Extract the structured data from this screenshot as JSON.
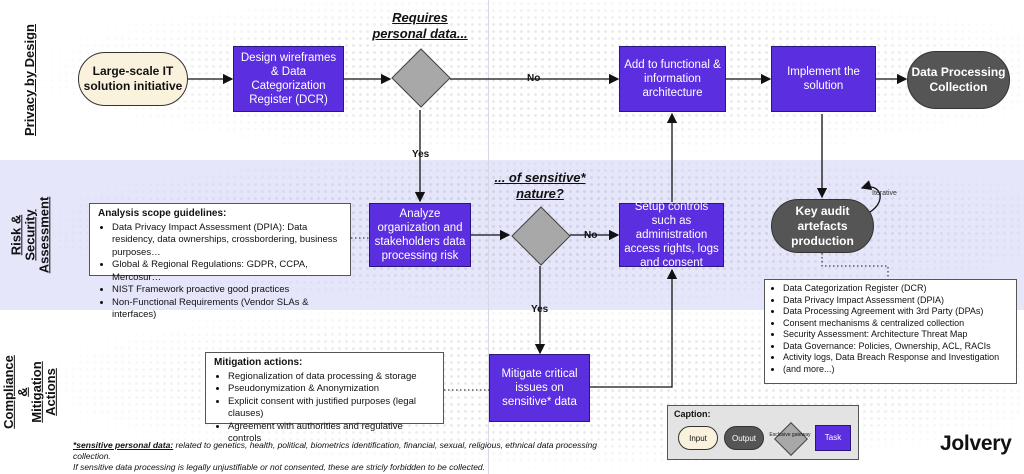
{
  "lanes": {
    "privacy": "Privacy by Design",
    "risk": "Risk & Security Assessment",
    "compliance": "Compliance & Mitigation Actions"
  },
  "nodes": {
    "start": "Large-scale IT solution initiative",
    "design": "Design wireframes & Data Categorization Register (DCR)",
    "add_functional": "Add to functional & information architecture",
    "implement": "Implement the solution",
    "dp_collection": "Data Processing Collection",
    "analyze": "Analyze organization and stakeholders data processing risk",
    "setup_controls": "Setup controls such as administration access rights, logs and consent",
    "key_audit": "Key audit artefacts production",
    "mitigate": "Mitigate critical issues on sensitive* data"
  },
  "questions": {
    "q1": "Requires personal data...",
    "q2": "... of sensitive* nature?"
  },
  "edge_labels": {
    "no1": "No",
    "yes1": "Yes",
    "no2": "No",
    "yes2": "Yes",
    "iterative": "Iterative"
  },
  "analysis": {
    "header": "Analysis scope guidelines:",
    "items": [
      "Data Privacy Impact Assessment (DPIA): Data residency, data ownerships, crossbordering, business purposes…",
      "Global & Regional Regulations: GDPR, CCPA, Mercosur…",
      "NIST Framework proactive good practices",
      "Non-Functional Requirements (Vendor SLAs & interfaces)"
    ]
  },
  "mitigation": {
    "header": "Mitigation actions:",
    "items": [
      "Regionalization of data processing & storage",
      "Pseudonymization & Anonymization",
      "Explicit consent with justified purposes (legal clauses)",
      "Agreement with authorities and regulative controls"
    ]
  },
  "artefacts": {
    "items": [
      "Data Categorization Register (DCR)",
      "Data Privacy Impact Assessment (DPIA)",
      "Data Processing Agreement with 3rd Party (DPAs)",
      "Consent mechanisms & centralized collection",
      "Security Assessment: Architecture Threat Map",
      "Data Governance: Policies, Ownership, ACL, RACIs",
      "Activity logs, Data Breach Response and Investigation",
      "(and more...)"
    ]
  },
  "caption": {
    "title": "Caption:",
    "input": "Input",
    "output": "Output",
    "gateway": "Exclusive gateway",
    "task": "Task"
  },
  "footnote": {
    "term": "*sensitive personal data:",
    "line1": " related to genetics, health, political, biometrics identification, financial, sexual, religious, ethnical data processing collection.",
    "line2": "If sensitive data processing is legally unjustifiable or not consented, these are stricly forbidden to be collected."
  },
  "brand": "Jolvery",
  "colors": {
    "task": "#5b2ee0",
    "input": "#fbf2de",
    "output": "#555555",
    "gateway": "#a8a8a8",
    "risk_lane": "#e6e6fb"
  }
}
